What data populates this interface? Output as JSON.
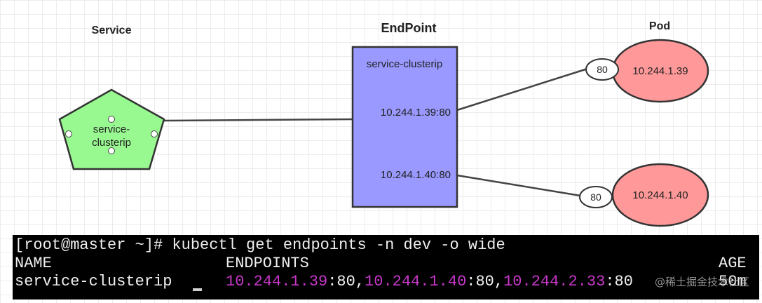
{
  "titles": {
    "service": "Service",
    "endpoint": "EndPoint",
    "pod": "Pod"
  },
  "service_node": {
    "line1": "service-",
    "line2": "clusterip",
    "fill": "#99f991"
  },
  "endpoint_node": {
    "title": "service-clusterip",
    "addr1": "10.244.1.39:80",
    "addr2": "10.244.1.40:80",
    "fill": "#9999ff"
  },
  "pods": [
    {
      "ip": "10.244.1.39",
      "port": "80"
    },
    {
      "ip": "10.244.1.40",
      "port": "80"
    }
  ],
  "pod_fill": "#ff9999",
  "terminal": {
    "prompt": "[root@master ~]# kubectl get endpoints -n dev -o wide",
    "headers": {
      "name": "NAME",
      "endpoints": "ENDPOINTS",
      "age": "AGE"
    },
    "row": {
      "name": "service-clusterip",
      "ep1": "10.244.1.39",
      "port1": ":80,",
      "ep2": "10.244.1.40",
      "port2": ":80,",
      "ep3": "10.244.2.33",
      "port3": ":80",
      "age": "50m"
    },
    "watermark": "@稀土掘金技术社区",
    "ip_color": "#c738c9"
  }
}
